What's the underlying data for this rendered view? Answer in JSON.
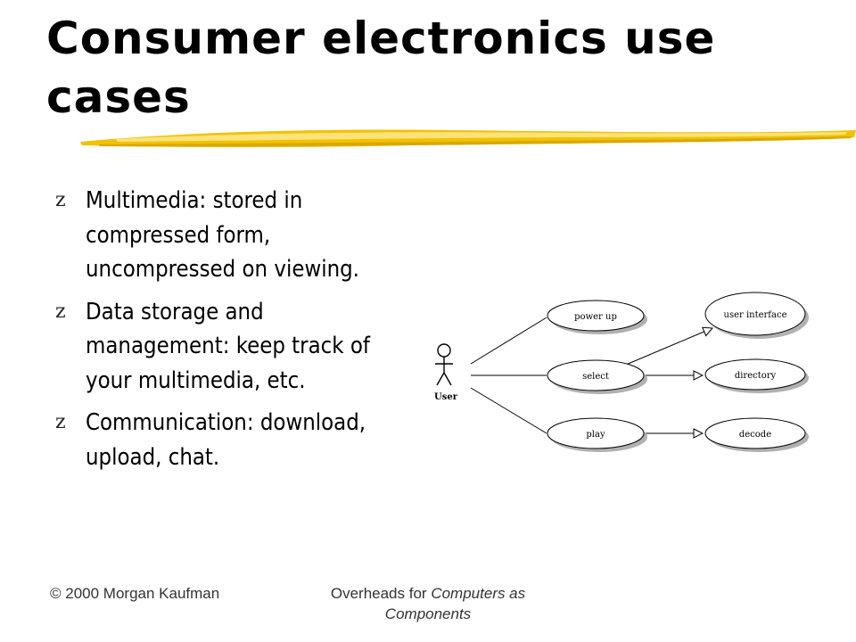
{
  "slide": {
    "title_line1": "Consumer electronics use",
    "title_line2": "cases",
    "bullet_glyph": "z",
    "bullets": [
      "Multimedia: stored in compressed form, uncompressed on viewing.",
      "Data storage and management: keep track of your multimedia, etc.",
      "Communication: download, upload, chat."
    ]
  },
  "diagram": {
    "actor": "User",
    "use_cases": [
      "power up",
      "select",
      "play"
    ],
    "included": [
      "user interface",
      "directory",
      "decode"
    ]
  },
  "footer": {
    "left": "© 2000 Morgan Kaufman",
    "center_prefix": "Overheads for ",
    "center_italic": "Computers as Components"
  },
  "colors": {
    "accent": "#f2c200",
    "title": "#000000"
  }
}
